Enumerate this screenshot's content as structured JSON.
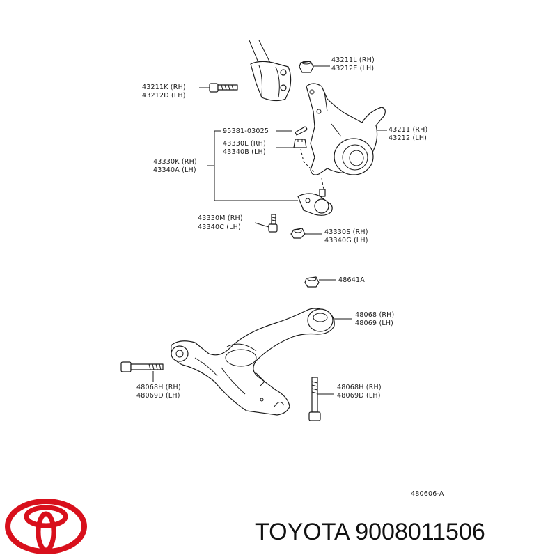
{
  "labels": {
    "l1": "43211L (RH)",
    "l2": "43212E (LH)",
    "l3": "43211K (RH)",
    "l4": "43212D (LH)",
    "l5": "95381-03025",
    "l6": "43330L (RH)",
    "l7": "43340B (LH)",
    "l8": "43330K (RH)",
    "l9": "43340A (LH)",
    "l10": "43211 (RH)",
    "l11": "43212 (LH)",
    "l12": "43330M (RH)",
    "l13": "43340C (LH)",
    "l14": "43330S (RH)",
    "l15": "43340G (LH)",
    "l16": "48641A",
    "l17": "48068 (RH)",
    "l18": "48069 (LH)",
    "l19": "48068H (RH)",
    "l20": "48069D (LH)",
    "l21": "48068H (RH)",
    "l22": "48069D (LH)",
    "code": "480606-A"
  },
  "footer": {
    "brand_text": "TOYOTA 9008011506",
    "logo_color": "#d8101c"
  }
}
